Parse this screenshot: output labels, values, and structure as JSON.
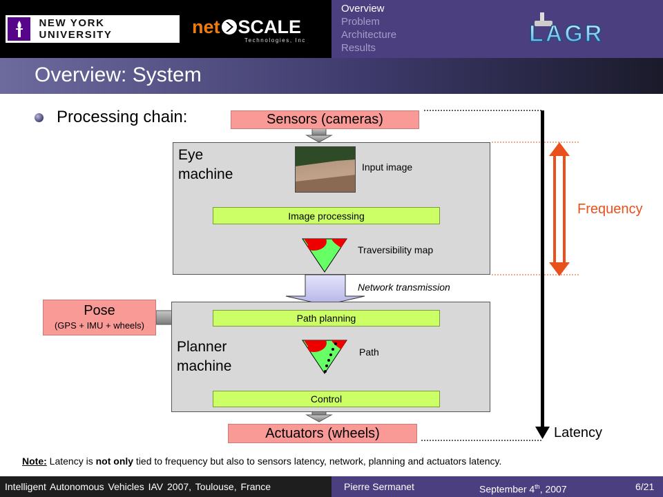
{
  "header": {
    "nyu_logo_text": "NEW YORK UNIVERSITY",
    "netscale_net": "net",
    "netscale_scale": "SCALE",
    "netscale_tagline": "Technologies, Inc",
    "nav": [
      {
        "label": "Overview",
        "active": true
      },
      {
        "label": "Problem",
        "active": false
      },
      {
        "label": "Architecture",
        "active": false
      },
      {
        "label": "Results",
        "active": false
      }
    ],
    "lagr_logo_text": "LAGR"
  },
  "slide": {
    "title": "Overview: System",
    "bullet": "Processing chain:"
  },
  "diagram": {
    "sensors": "Sensors (cameras)",
    "eye_machine": [
      "Eye",
      "machine"
    ],
    "input_image_caption": "Input image",
    "image_processing": "Image processing",
    "traversibility_caption": "Traversibility map",
    "network_caption": "Network transmission",
    "pose_title": "Pose",
    "pose_sub": "(GPS + IMU + wheels)",
    "path_planning": "Path planning",
    "planner_machine": [
      "Planner",
      "machine"
    ],
    "path_caption": "Path",
    "control": "Control",
    "actuators": "Actuators (wheels)",
    "frequency": "Frequency",
    "latency": "Latency"
  },
  "note": {
    "label": "Note:",
    "part1": " Latency is ",
    "bold": "not only",
    "part2": " tied to frequency but also to sensors latency, network, planning and actuators latency."
  },
  "footer": {
    "conference": "Intelligent Autonomous Vehicles IAV 2007, Toulouse, France",
    "author": "Pierre Sermanet",
    "date_prefix": "September 4",
    "date_sup": "th",
    "date_suffix": ", 2007",
    "page": "6/21"
  },
  "colors": {
    "nav_bg": "#4b3f7f",
    "sensor_box": "#f99a96",
    "process_bar": "#ccff66",
    "frequency_arrow": "#e8501c"
  }
}
